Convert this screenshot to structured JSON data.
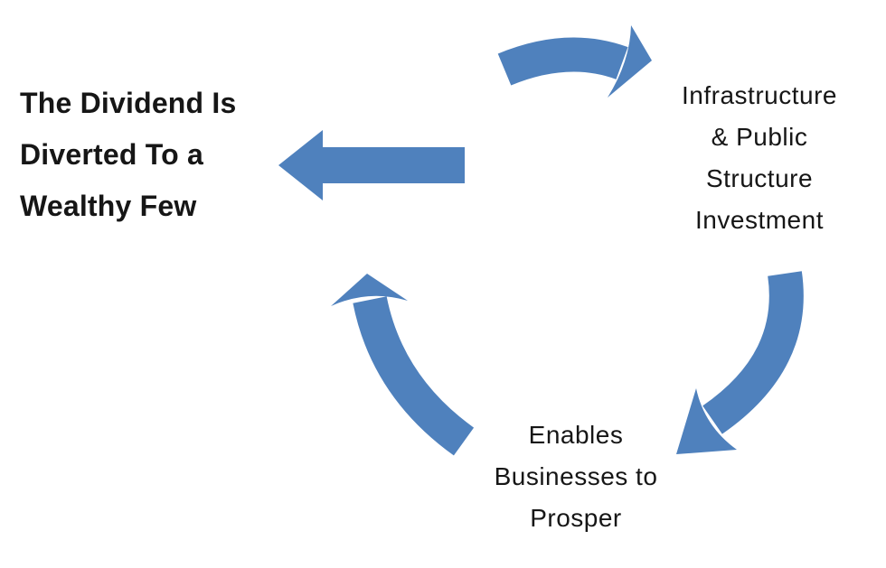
{
  "diagram": {
    "background_color": "#ffffff",
    "arrow_color": "#4F81BD",
    "text_color": "#161616",
    "labels": {
      "dividend": {
        "emphasis": "bold",
        "lines": [
          "The Dividend Is",
          "Diverted To a",
          "Wealthy Few"
        ]
      },
      "infrastructure": {
        "emphasis": "normal",
        "lines": [
          "Infrastructure",
          "& Public",
          "Structure",
          "Investment"
        ]
      },
      "businesses": {
        "emphasis": "normal",
        "lines": [
          "Enables",
          "Businesses to",
          "Prosper"
        ]
      }
    },
    "arrows": [
      {
        "name": "arrow-top-curved",
        "direction": "right"
      },
      {
        "name": "arrow-right-curved",
        "direction": "down-left"
      },
      {
        "name": "arrow-left-curved",
        "direction": "up"
      },
      {
        "name": "arrow-straight",
        "direction": "left"
      }
    ]
  }
}
